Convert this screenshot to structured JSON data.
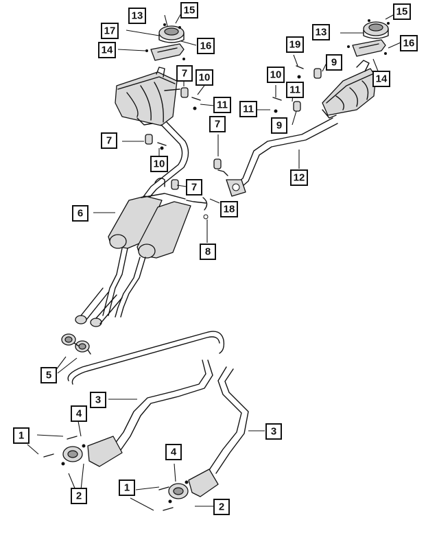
{
  "callouts": [
    {
      "label": "1"
    },
    {
      "label": "1"
    },
    {
      "label": "2"
    },
    {
      "label": "2"
    },
    {
      "label": "3"
    },
    {
      "label": "3"
    },
    {
      "label": "4"
    },
    {
      "label": "4"
    },
    {
      "label": "5"
    },
    {
      "label": "6"
    },
    {
      "label": "7"
    },
    {
      "label": "7"
    },
    {
      "label": "7"
    },
    {
      "label": "7"
    },
    {
      "label": "8"
    },
    {
      "label": "9"
    },
    {
      "label": "9"
    },
    {
      "label": "10"
    },
    {
      "label": "10"
    },
    {
      "label": "10"
    },
    {
      "label": "11"
    },
    {
      "label": "11"
    },
    {
      "label": "11"
    },
    {
      "label": "12"
    },
    {
      "label": "13"
    },
    {
      "label": "13"
    },
    {
      "label": "14"
    },
    {
      "label": "14"
    },
    {
      "label": "15"
    },
    {
      "label": "15"
    },
    {
      "label": "16"
    },
    {
      "label": "16"
    },
    {
      "label": "17"
    },
    {
      "label": "18"
    },
    {
      "label": "19"
    }
  ]
}
